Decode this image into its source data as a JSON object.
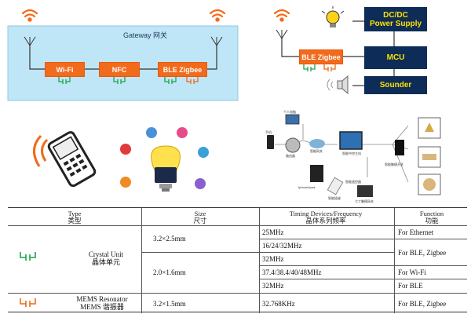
{
  "gateway": {
    "title": "Gateway 网关",
    "blocks": [
      "Wi-Fi",
      "NFC",
      "BLE Zigbee"
    ]
  },
  "device": {
    "ble_block": "BLE Zigbee",
    "power_block": "DC/DC\nPower Supply",
    "mcu_block": "MCU",
    "sounder_block": "Sounder"
  },
  "network": {
    "labels": [
      "个人电脑",
      "手机",
      "智能网关",
      "路由器",
      "智能中控主机",
      "智能遥控器",
      "Iphone/Ipad",
      "智能插座",
      "七寸触摸网关",
      "智能触摸开关"
    ]
  },
  "table": {
    "headers": [
      {
        "en": "Type",
        "zh": "类型"
      },
      {
        "en": "Size",
        "zh": "尺寸"
      },
      {
        "en": "Timing Devices/Frequency",
        "zh": "晶体系列频率"
      },
      {
        "en": "Function",
        "zh": "功能"
      }
    ],
    "crystal": {
      "en": "Crystal Unit",
      "zh": "晶体单元"
    },
    "mems": {
      "en": "MEMS Resonator",
      "zh": "MEMS 谐振器"
    },
    "sizes": [
      "3.2×2.5mm",
      "2.0×1.6mm",
      "3.2×1.5mm"
    ],
    "frequencies": [
      "25MHz",
      "16/24/32MHz",
      "32MHz",
      "37.4/38.4/40/48MHz",
      "32MHz",
      "32.768KHz"
    ],
    "functions": [
      "For Ethernet",
      "For BLE, Zigbee",
      "For Wi-Fi",
      "For BLE",
      "For BLE, Zigbee"
    ]
  },
  "colors": {
    "gateway_bg": "#bfe6f6",
    "orange": "#f26a1b",
    "navy": "#0d2c57",
    "yellow_text": "#ffe100",
    "crystal_green": "#1aa34a",
    "mems_orange": "#e86a1a"
  }
}
